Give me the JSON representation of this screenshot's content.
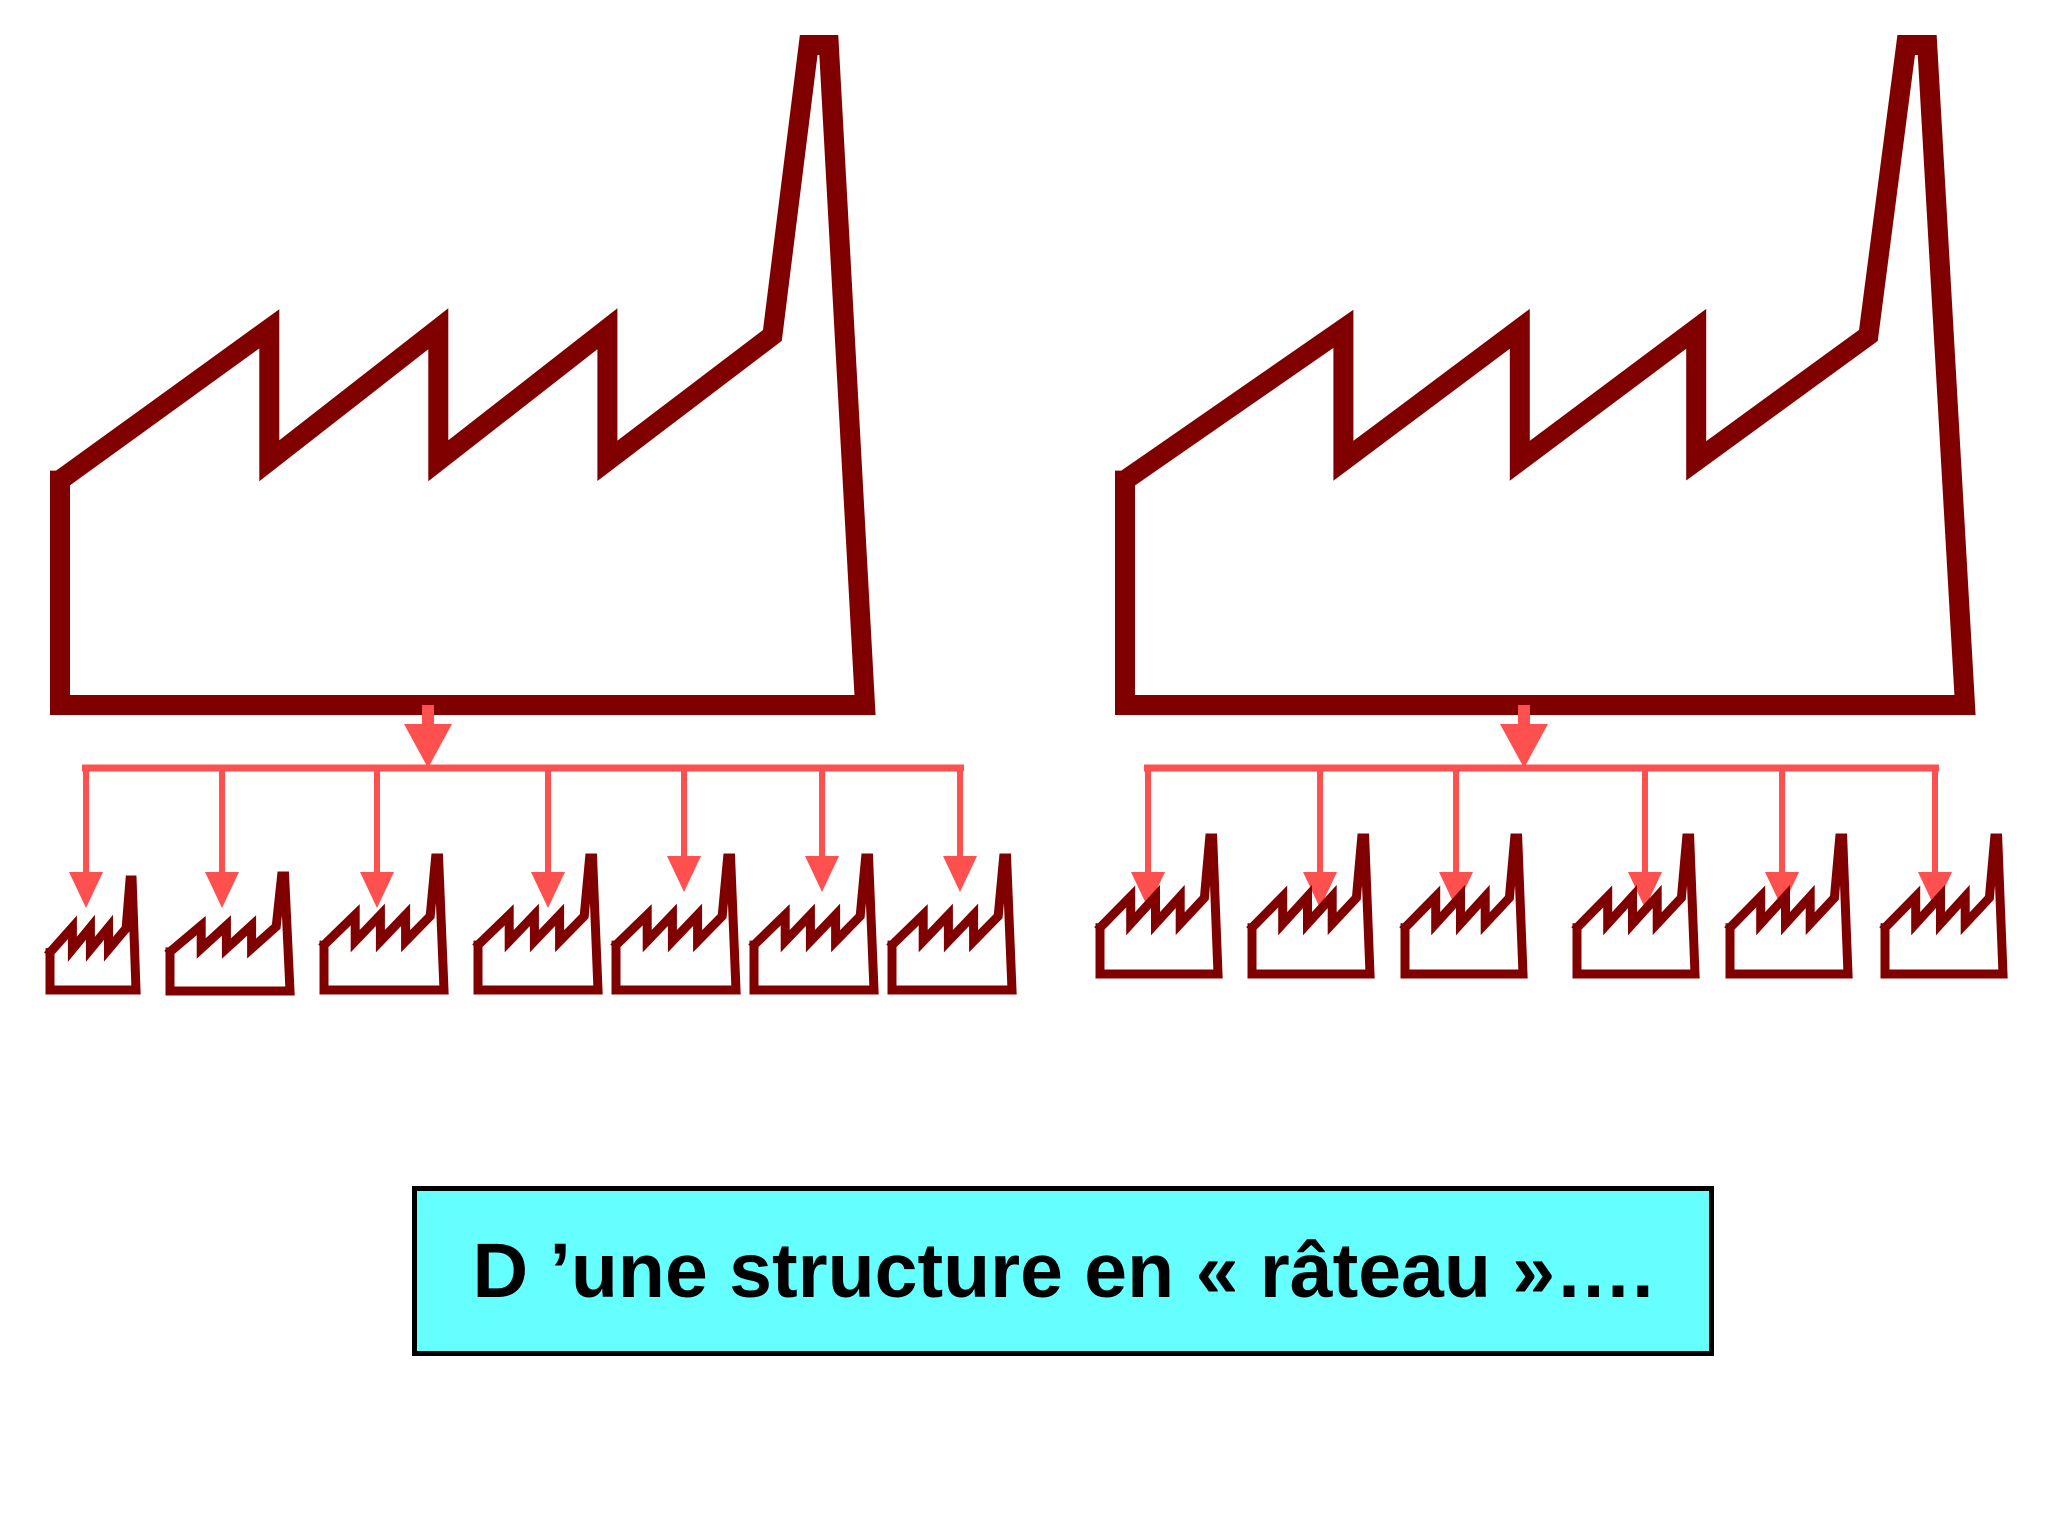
{
  "caption": {
    "text": "D ’une structure en « râteau »…."
  },
  "colors": {
    "factory_outline": "#800000",
    "arrow": "#ff5050",
    "caption_background": "#66ffff",
    "caption_border": "#000000",
    "text": "#000000"
  },
  "groups": [
    {
      "name": "left-group",
      "parent": "big-factory-icon",
      "subsidiary_count": 7
    },
    {
      "name": "right-group",
      "parent": "big-factory-icon",
      "subsidiary_count": 6
    }
  ]
}
